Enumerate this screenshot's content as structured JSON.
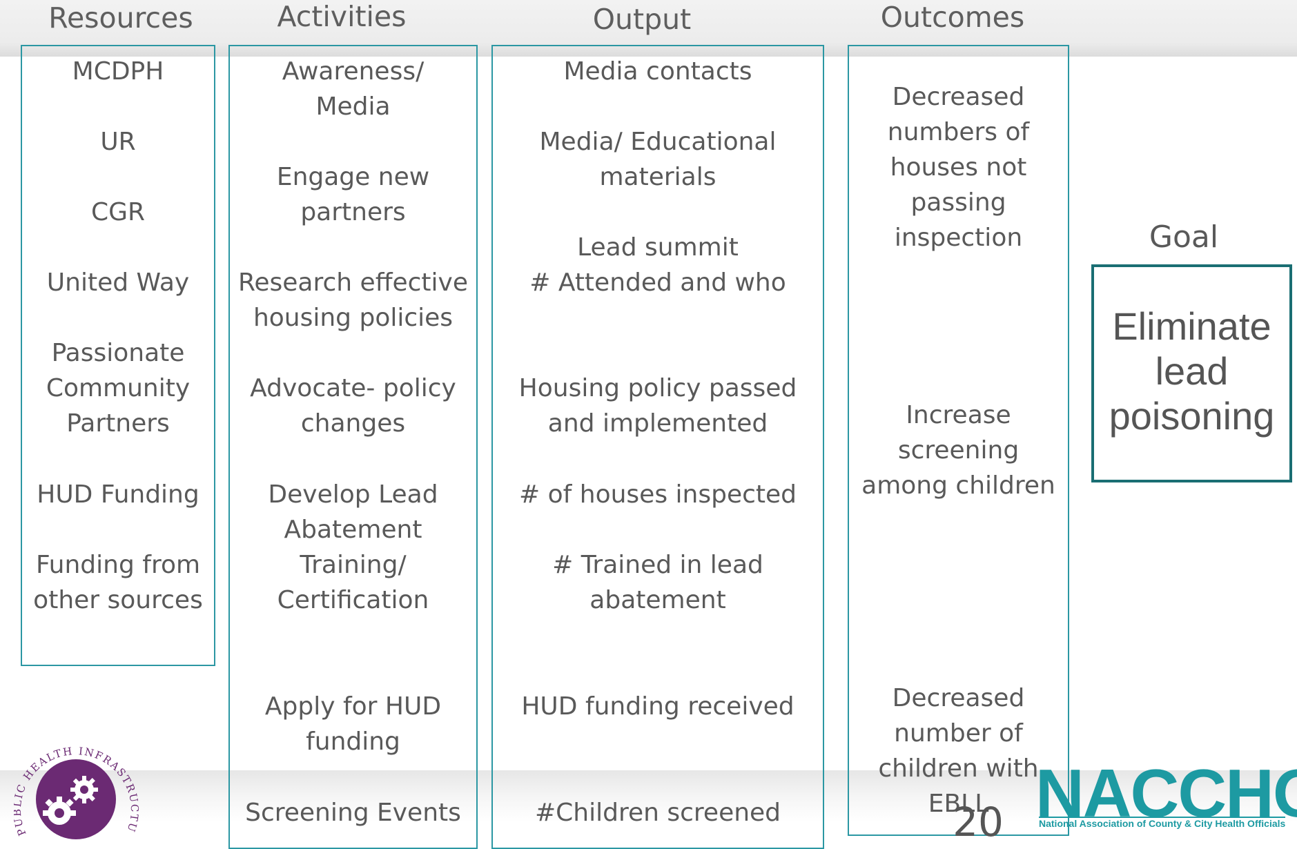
{
  "headers": {
    "resources": "Resources",
    "activities": "Activities",
    "output": "Output",
    "outcomes": "Outcomes",
    "goal": "Goal"
  },
  "resources": [
    "MCDPH",
    "UR",
    "CGR",
    "United Way",
    "Passionate\nCommunity\nPartners",
    "HUD Funding",
    "Funding from\nother sources"
  ],
  "activities": [
    "Awareness/\nMedia",
    "Engage new\npartners",
    "Research effective\nhousing policies",
    "Advocate- policy\nchanges",
    "Develop Lead\nAbatement\nTraining/\nCertification",
    "Apply for HUD\nfunding",
    "Screening Events"
  ],
  "output": [
    "Media contacts",
    "Media/ Educational\nmaterials",
    "Lead summit\n# Attended and who",
    "Housing policy passed\nand implemented",
    "# of houses inspected",
    "# Trained in lead\nabatement",
    "HUD funding received",
    "#Children screened"
  ],
  "outcomes": [
    "Decreased\nnumbers of\nhouses not\npassing\ninspection",
    "Increase\nscreening\namong children",
    "Decreased\nnumber of\nchildren with\nEBLL"
  ],
  "goal_text": "Eliminate\nlead\npoisoning",
  "page_number": "20",
  "naccho": {
    "name": "NACCHO",
    "tagline": "National Association of County & City Health Officials"
  },
  "phis_logo": {
    "ring_text": "PUBLIC HEALTH INFRASTRUCTURE & SYSTEMS"
  },
  "colors": {
    "column_border": "#2b97a3",
    "goal_border": "#1a6e73",
    "naccho_teal": "#1d9aa2",
    "logo_purple": "#6b2a73"
  }
}
